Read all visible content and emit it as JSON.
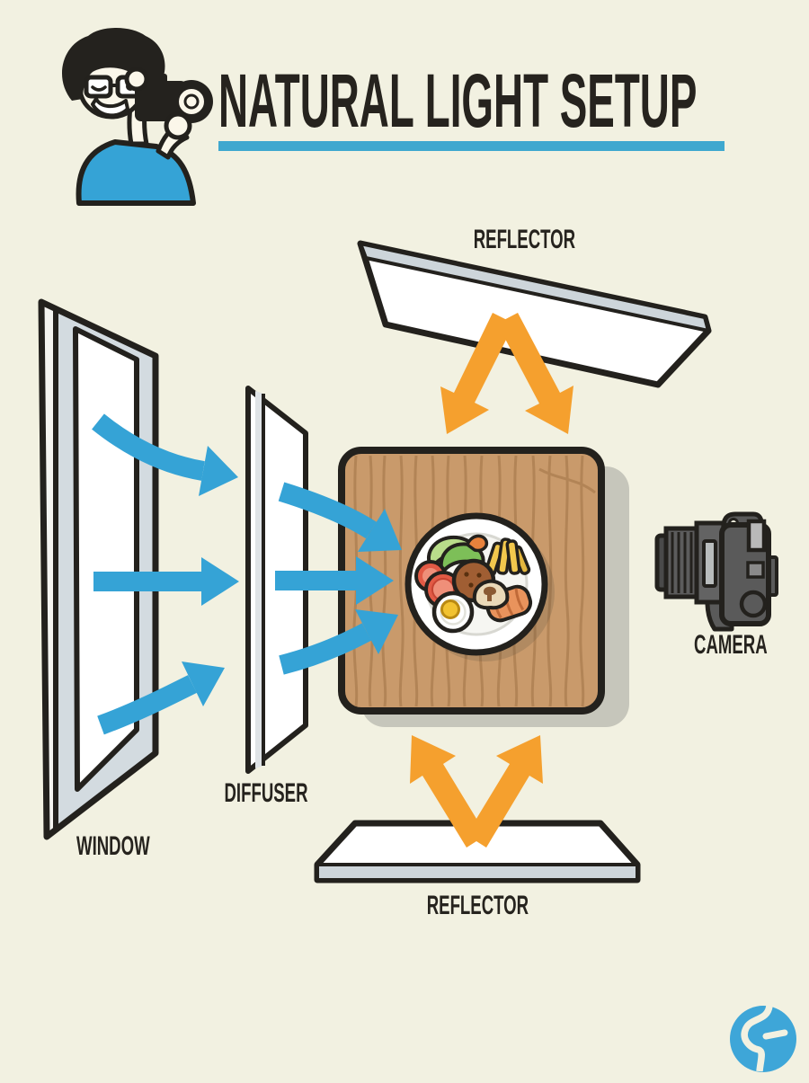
{
  "title": "NATURAL LIGHT SETUP",
  "labels": {
    "reflector_top": "REFLECTOR",
    "window": "WINDOW",
    "diffuser": "DIFFUSER",
    "camera": "CAMERA",
    "reflector_bottom": "REFLECTOR"
  },
  "colors": {
    "background": "#f2f1e1",
    "outline": "#23211d",
    "light_arrow_blue": "#35a3d6",
    "bounce_arrow_orange": "#f5a02e",
    "title_underline": "#3fa8cf",
    "wood": "#c99a6b",
    "panel_edge_gray": "#cdd5da",
    "camera_gray": "#5a5a5a",
    "logo_blue": "#3ea6d8"
  },
  "icons": {
    "photographer": "photographer-illustration",
    "camera": "dslr-camera-side-icon",
    "plate": "food-plate-icon",
    "logo": "swirl-logo"
  }
}
